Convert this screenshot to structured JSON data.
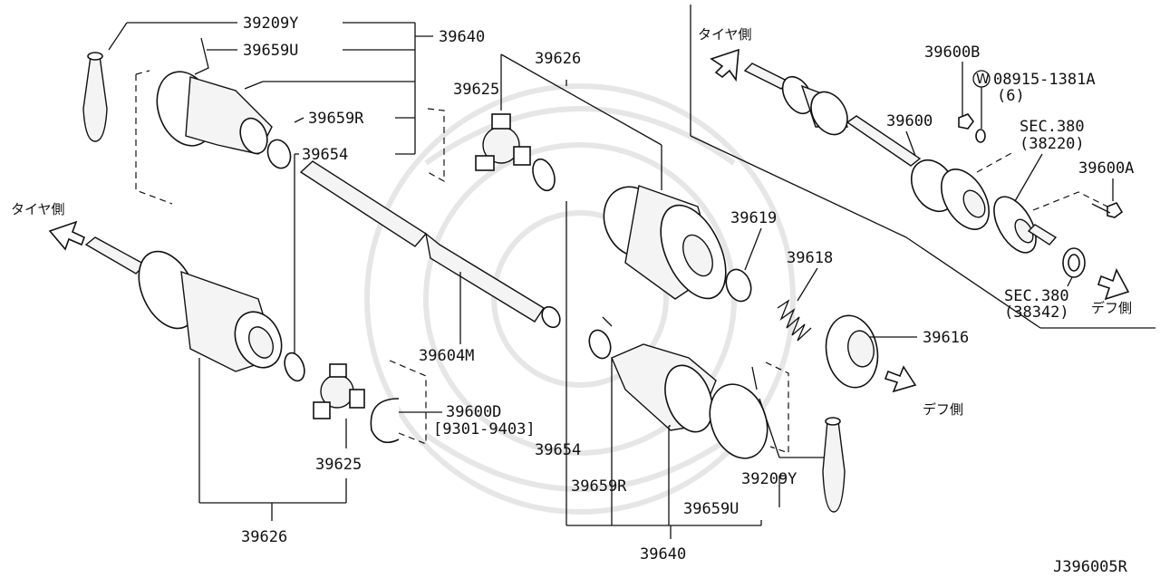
{
  "diagram": {
    "doc_code": "J396005R",
    "direction_labels": {
      "tire_side": "タイヤ側",
      "diff_side": "デフ側"
    },
    "part_numbers": {
      "top_left_boot_band": "39209Y",
      "top_left_band_small": "39659U",
      "top_left_kit": "39640",
      "top_left_ring": "39659R",
      "top_left_snap": "39654",
      "center_housing": "39626",
      "center_spider": "39625",
      "shaft": "39604M",
      "spacer": "39619",
      "spring": "39618",
      "cap": "39616",
      "snap_ring": "39600D",
      "snap_ring_range": "[9301-9403]",
      "bottom_spider": "39625",
      "bottom_housing": "39626",
      "bottom_snap": "39654",
      "bottom_band_r": "39659R",
      "bottom_band_u": "39659U",
      "bottom_boot": "39209Y",
      "bottom_kit": "39640",
      "inset_nut": "39600B",
      "inset_washer_code": "08915-1381A",
      "inset_washer_qty": "(6)",
      "inset_washer_marker": "W",
      "inset_shaft_assy": "39600",
      "inset_sec_top": "SEC.380",
      "inset_sec_top_code": "(38220)",
      "inset_bolt": "39600A",
      "inset_sec_bottom": "SEC.380",
      "inset_sec_bottom_code": "(38342)"
    }
  }
}
